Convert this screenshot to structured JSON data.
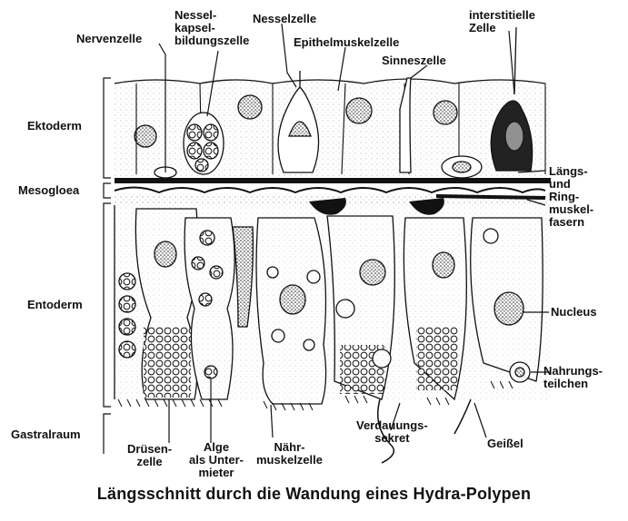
{
  "caption": "Längsschnitt durch die Wandung eines Hydra-Polypen",
  "labels": {
    "nervenzelle": "Nervenzelle",
    "nesselkapselbildungszelle": "Nessel-\nkapsel-\nbildungszelle",
    "nesselzelle": "Nesselzelle",
    "epithelmuskelzelle": "Epithelmuskelzelle",
    "sinneszelle": "Sinneszelle",
    "interstitielle_zelle": "interstitielle\nZelle",
    "laengs_ring_muskelfasern": "Längs-\nund\nRing-\nmuskel-\nfasern",
    "nucleus": "Nucleus",
    "nahrungsteilchen": "Nahrungs-\nteilchen",
    "geissel": "Geißel",
    "verdauungssekret": "Verdauungs-\nsekret",
    "naehrmuskelzelle": "Nähr-\nmuskelzelle",
    "alge": "Alge\nals Unter-\nmieter",
    "druesenzelle": "Drüsen-\nzelle"
  },
  "layers": {
    "ektoderm": "Ektoderm",
    "mesogloea": "Mesogloea",
    "entoderm": "Entoderm",
    "gastralraum": "Gastralraum"
  }
}
